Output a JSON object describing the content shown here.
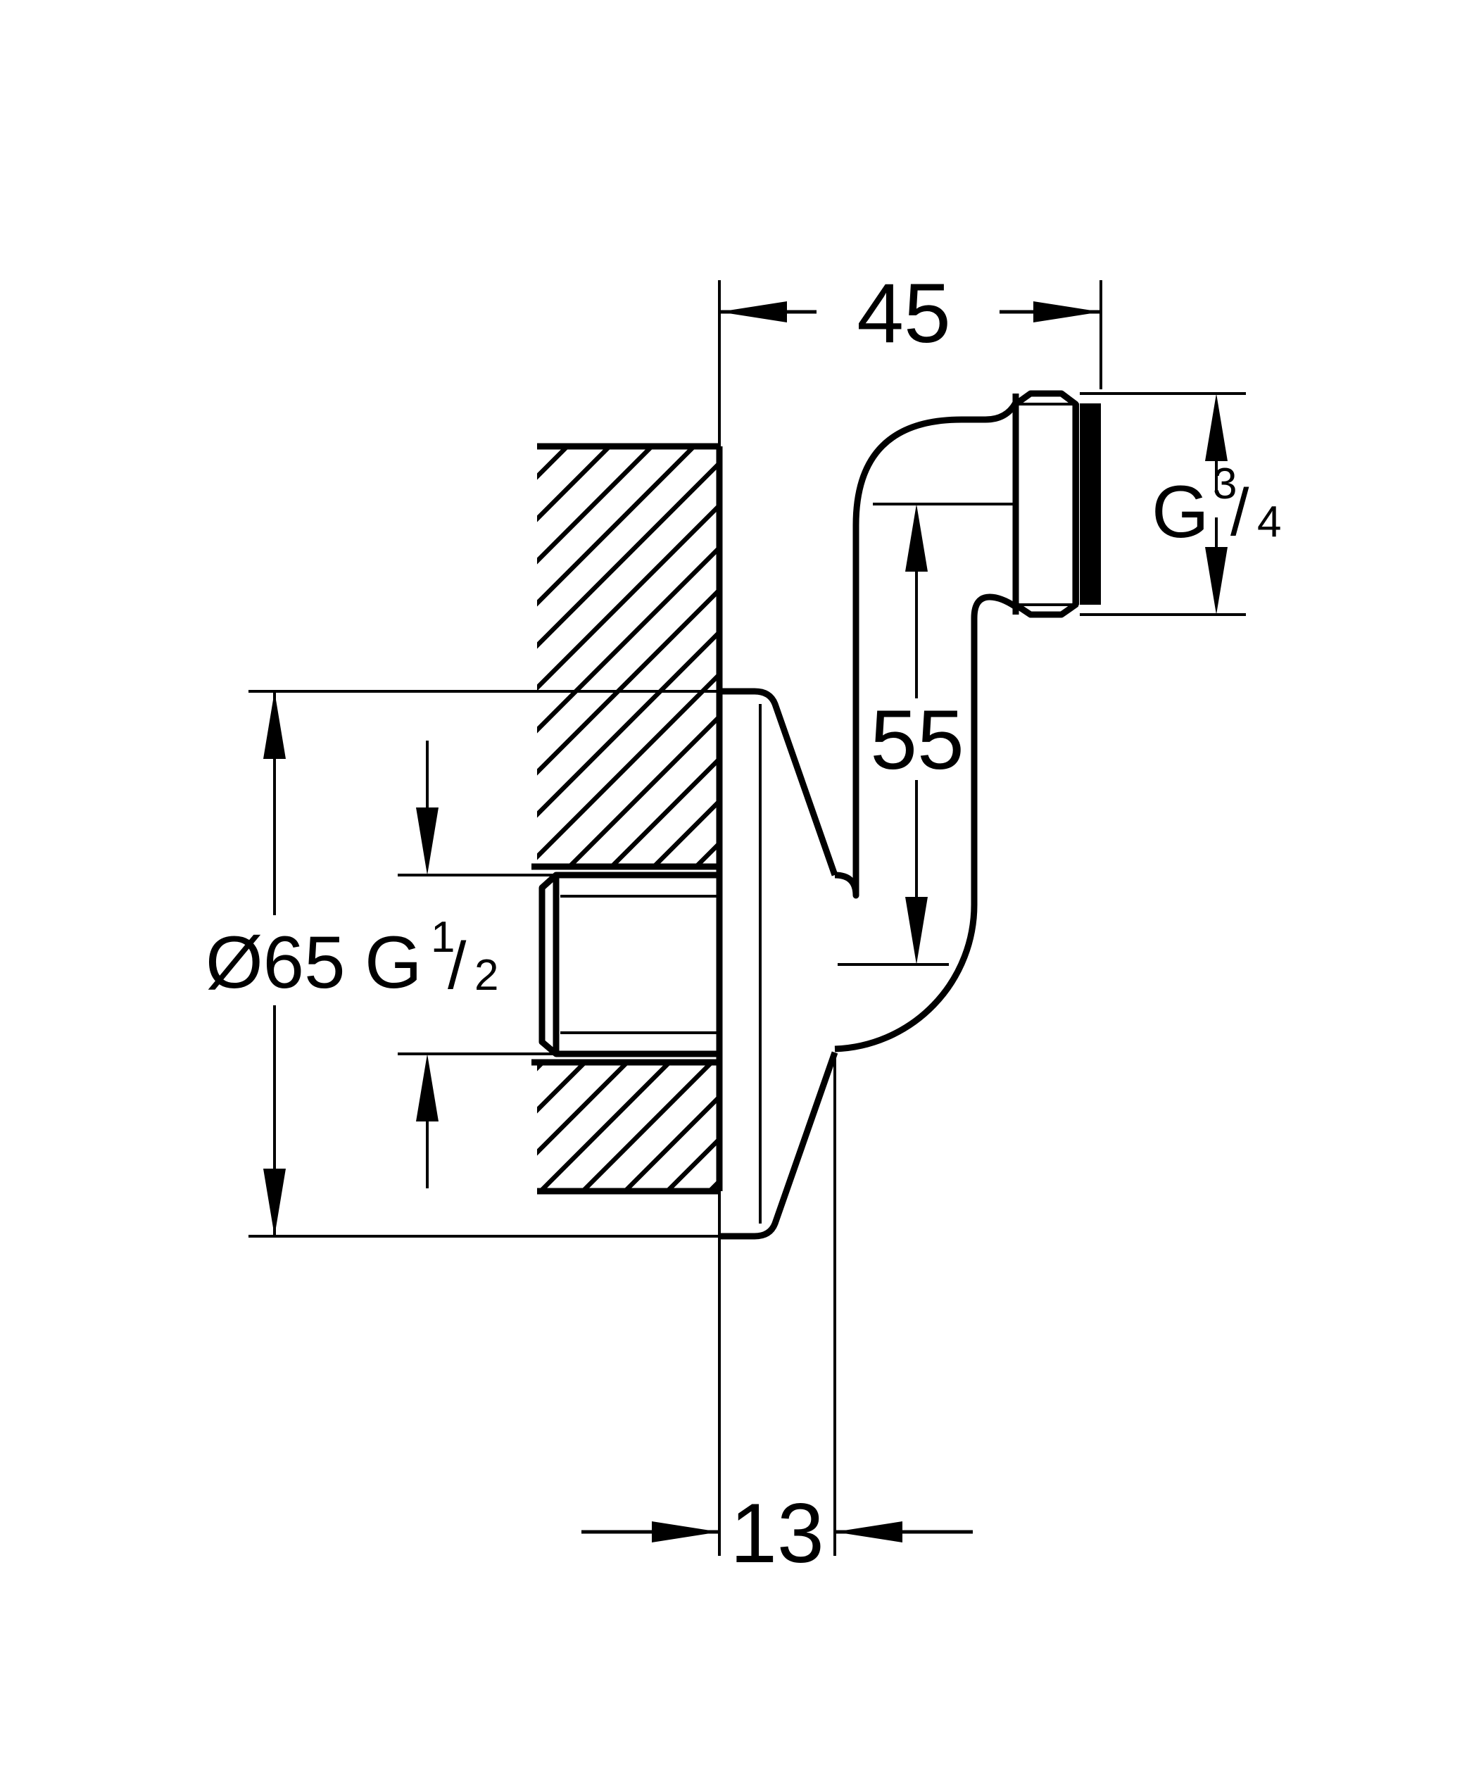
{
  "drawing": {
    "type": "technical-dimension-drawing",
    "background_color": "#ffffff",
    "line_color": "#000000",
    "labels": {
      "dim_width_top": "45",
      "dim_vertical_offset": "55",
      "dim_flange_depth": "13",
      "dim_flange_diameter": "Ø65",
      "inlet_thread": {
        "prefix": "G",
        "numerator": "1",
        "slash": "/",
        "denominator": "2"
      },
      "outlet_thread": {
        "prefix": "G",
        "numerator": "3",
        "slash": "/",
        "denominator": "4"
      }
    },
    "dimension_values_mm": {
      "width": 45,
      "offset": 55,
      "flange_depth": 13,
      "flange_diameter": 65
    }
  }
}
